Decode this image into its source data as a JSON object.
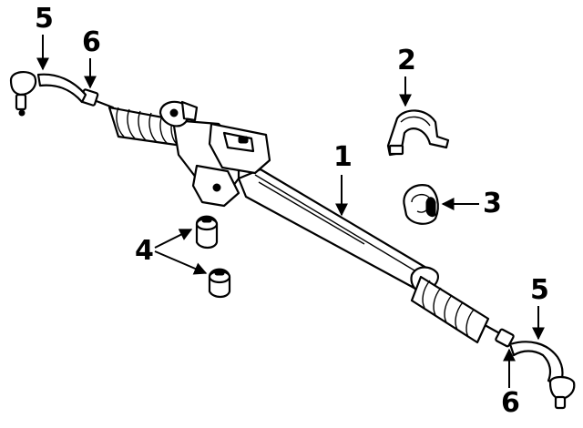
{
  "callouts": {
    "c1": "1",
    "c2": "2",
    "c3": "3",
    "c4": "4",
    "c5_left": "5",
    "c5_right": "5",
    "c6_left": "6",
    "c6_right": "6"
  }
}
